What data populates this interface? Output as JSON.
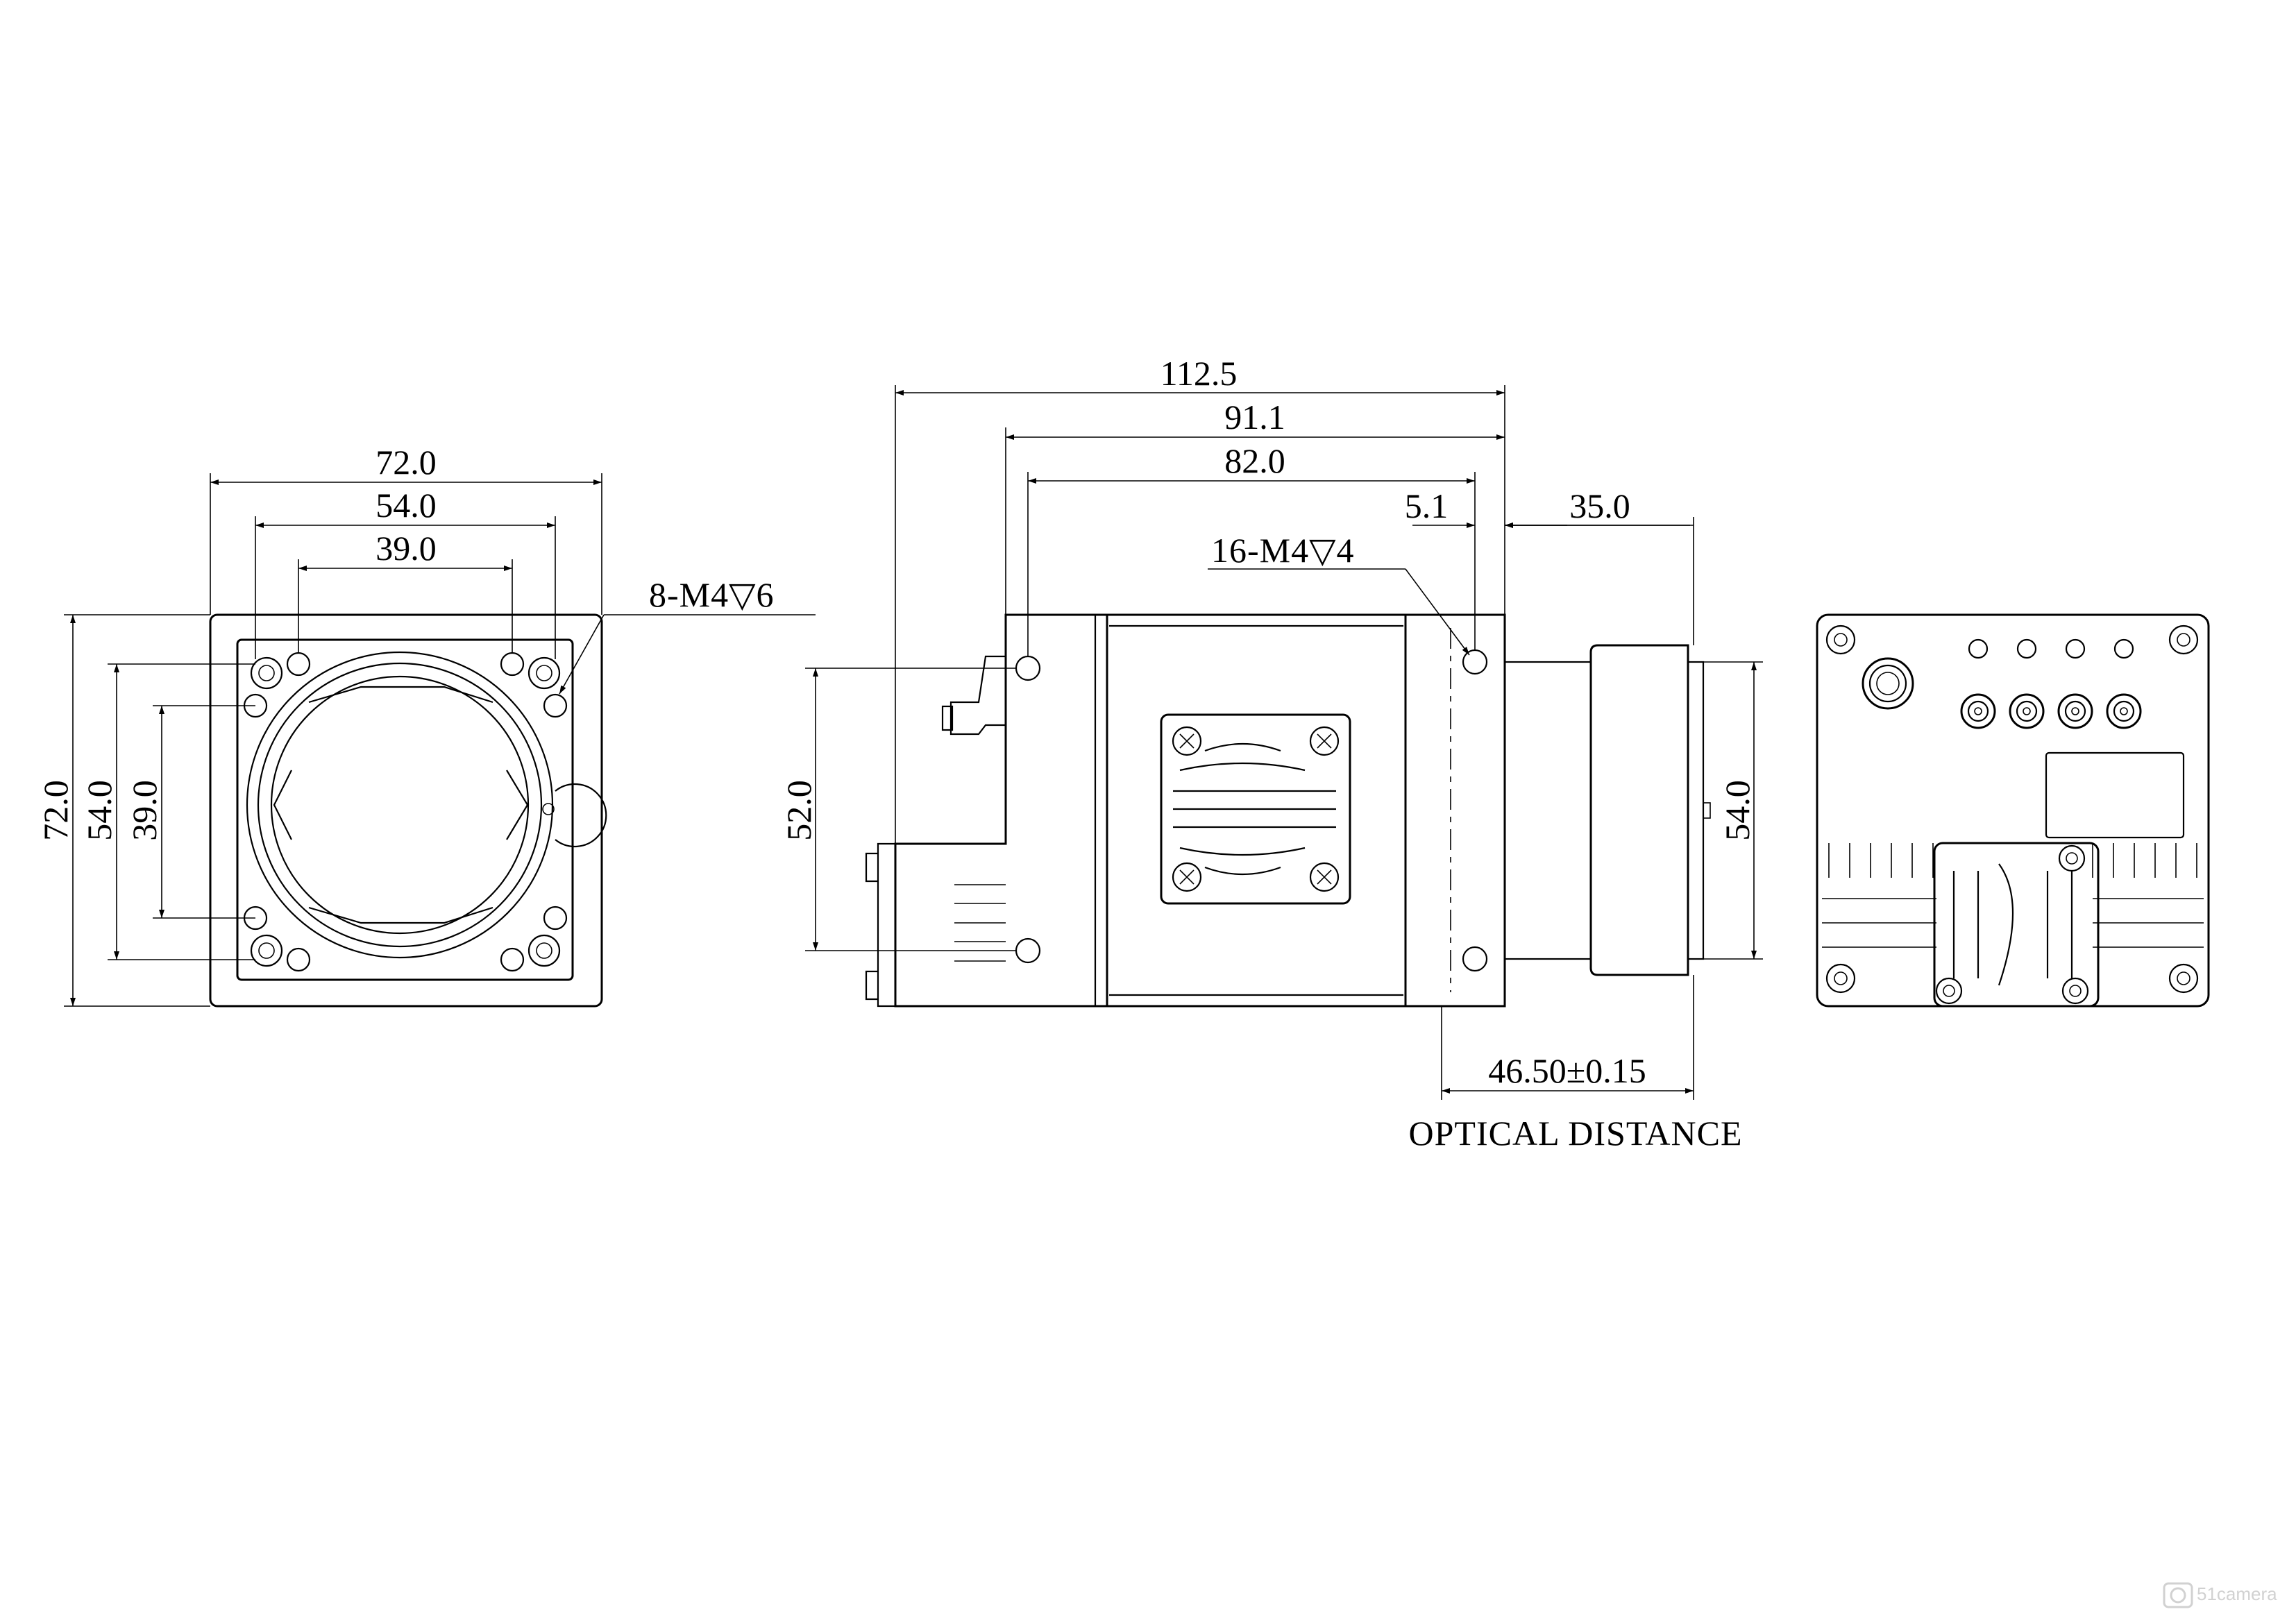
{
  "front_view": {
    "dims": {
      "width_outer": "72.0",
      "width_mid": "54.0",
      "width_inner": "39.0",
      "height_outer": "72.0",
      "height_mid": "54.0",
      "height_inner": "39.0"
    },
    "hole_callout": "8-M4▽6"
  },
  "side_view": {
    "dims": {
      "overall_length": "112.5",
      "length_91": "91.1",
      "length_82": "82.0",
      "offset_5": "5.1",
      "lens_35": "35.0",
      "height_52": "52.0",
      "lens_dia_54": "54.0",
      "optical_distance_value": "46.50±0.15"
    },
    "hole_callout": "16-M4▽4",
    "optical_distance_label": "OPTICAL DISTANCE"
  },
  "watermark": {
    "logo_text": "51camera"
  }
}
